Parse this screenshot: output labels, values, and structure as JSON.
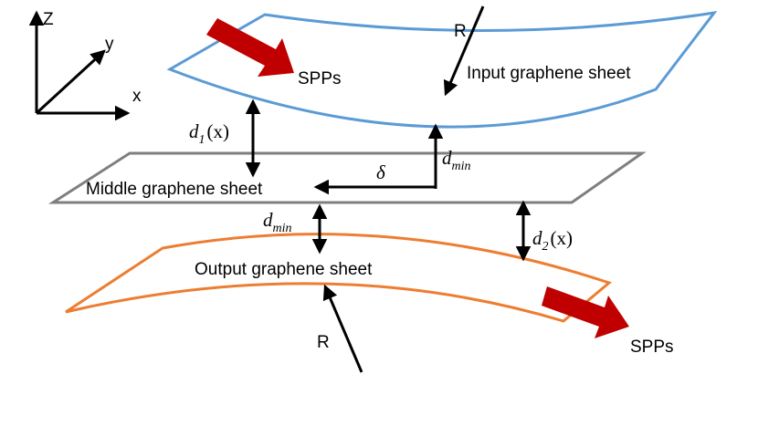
{
  "colors": {
    "input_sheet": "#5b9bd5",
    "middle_sheet": "#7f7f7f",
    "output_sheet": "#ed7d31",
    "spp_arrow": "#c00000",
    "arrows": "#000000"
  },
  "axes": {
    "z": "Z",
    "y": "y",
    "x": "x"
  },
  "sheets": {
    "input": "Input graphene sheet",
    "middle": "Middle graphene sheet",
    "output": "Output graphene sheet"
  },
  "spp_top": "SPPs",
  "spp_bottom": "SPPs",
  "radius_top": "R",
  "radius_bottom": "R",
  "d1": {
    "var": "d",
    "sub": "1",
    "arg": "(x)"
  },
  "d2": {
    "var": "d",
    "sub": "2",
    "arg": "(x)"
  },
  "dmin_top": {
    "var": "d",
    "sub": "min"
  },
  "dmin_bottom": {
    "var": "d",
    "sub": "min"
  },
  "delta": "δ"
}
